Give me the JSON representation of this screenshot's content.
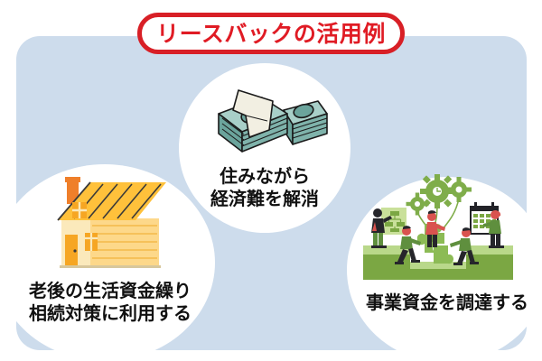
{
  "page": {
    "background_color": "#ffffff",
    "panel_color": "#cddcec",
    "bubble_color": "#ffffff",
    "accent_red": "#d81f26",
    "text_color": "#111111"
  },
  "title": {
    "text": "リースバックの活用例",
    "color": "#e01b24",
    "border_color": "#d81f26"
  },
  "items": [
    {
      "id": "center",
      "icon": "money-stacks-icon",
      "caption_lines": [
        "住みながら",
        "経済難を解消"
      ],
      "colors": {
        "bill_light": "#a8cfc8",
        "bill_mid": "#7fb3ab",
        "bill_dark": "#5f9a92",
        "band": "#f2efe2",
        "outline": "#1a1a1a"
      }
    },
    {
      "id": "left",
      "icon": "house-icon",
      "caption_lines": [
        "老後の生活資金繰り",
        "相続対策に利用する"
      ],
      "colors": {
        "roof": "#ffc13b",
        "roof_dark": "#f2a81d",
        "wall": "#fbe9bb",
        "wall_side": "#fdd88a",
        "door": "#f6a623",
        "chimney": "#ef7f2a",
        "outline": "#3a3a3a"
      }
    },
    {
      "id": "right",
      "icon": "business-teamwork-icon",
      "caption_lines": [
        "事業資金を調達する"
      ],
      "colors": {
        "gear_green": "#7fad4a",
        "puzzle_green": "#8cbb55",
        "platform_light": "#b9d88a",
        "platform_dark": "#7ba743",
        "board_green": "#c9e09a",
        "person_red": "#d9534f",
        "person_dark": "#26262b",
        "person_green": "#5f8f3e"
      }
    }
  ]
}
